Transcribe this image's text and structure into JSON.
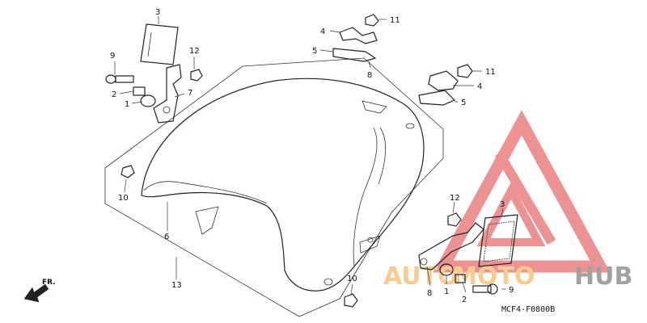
{
  "diagram": {
    "callouts": {
      "c1_left": "1",
      "c2_left": "2",
      "c3_top": "3",
      "c4_top": "4",
      "c5_top": "5",
      "c6": "6",
      "c7": "7",
      "c8_top": "8",
      "c9_left": "9",
      "c10_left": "10",
      "c11_top": "11",
      "c11_right": "11",
      "c12_left": "12",
      "c4_right": "4",
      "c5_right": "5",
      "c10_bottom": "10",
      "c12_right": "12",
      "c3_right": "3",
      "c8_bottom": "8",
      "c1_bottom": "1",
      "c2_bottom": "2",
      "c9_bottom": "9",
      "c13": "13"
    },
    "direction_label": "FR.",
    "drawing_code": "MCF4-F0800B"
  },
  "watermark": {
    "text_a": "AUTO",
    "text_b": "MOTO",
    "text_c": "HUB",
    "colors": {
      "triangle": "#e03a3a",
      "accent": "#f0a33a",
      "dark": "#555555"
    }
  }
}
